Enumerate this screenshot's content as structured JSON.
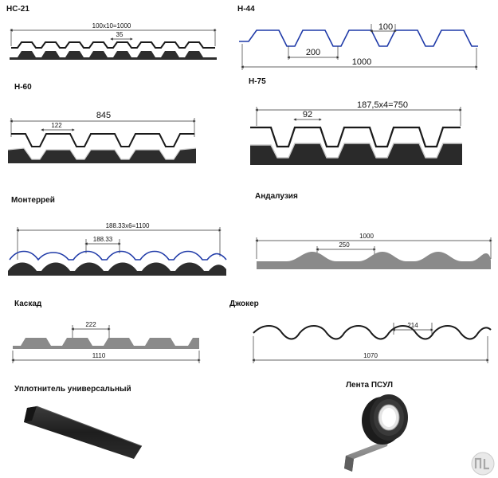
{
  "profiles": {
    "nc21": {
      "title": "НС-21",
      "dim_total": "100х10=1000",
      "dim_step": "35"
    },
    "h44": {
      "title": "Н-44",
      "dim_top": "100",
      "dim_pitch": "200",
      "dim_total": "1000"
    },
    "h60": {
      "title": "Н-60",
      "dim_total": "845",
      "dim_pitch": "122"
    },
    "h75": {
      "title": "Н-75",
      "dim_total": "187,5х4=750",
      "dim_pitch": "92"
    },
    "monterrey": {
      "title": "Монтеррей",
      "dim_total": "188.33х6=1100",
      "dim_pitch": "188.33"
    },
    "andalusia": {
      "title": "Андалузия",
      "dim_total": "1000",
      "dim_pitch": "250"
    },
    "kaskad": {
      "title": "Каскад",
      "dim_pitch": "222",
      "dim_total": "1110"
    },
    "joker": {
      "title": "Джокер",
      "dim_pitch": "214",
      "dim_total": "1070"
    }
  },
  "accessories": {
    "sealant": {
      "title": "Уплотнитель универсальный"
    },
    "tape": {
      "title": "Лента ПСУЛ"
    }
  },
  "colors": {
    "steel": "#2d2d2d",
    "blue_line": "#1f3aa8",
    "grey_fill": "#8a8a8a",
    "dim_line": "#333333"
  }
}
